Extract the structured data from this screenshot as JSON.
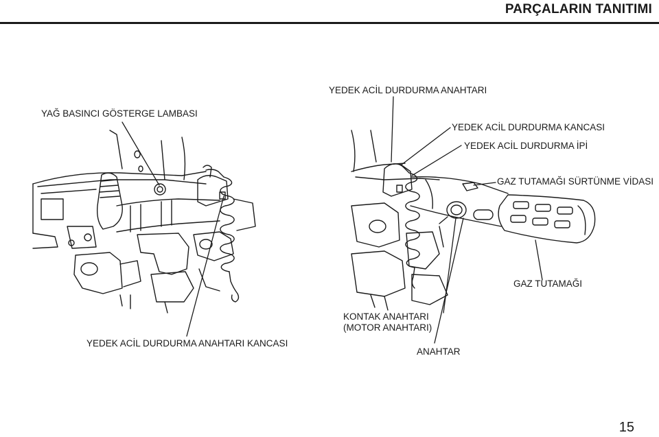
{
  "header": {
    "title": "PARÇALARIN TANITIMI"
  },
  "labels": {
    "emergency_stop_switch": "YEDEK ACİL DURDURMA ANAHTARI",
    "oil_pressure_lamp": "YAĞ BASINCI GÖSTERGE LAMBASI",
    "emergency_stop_clip": "YEDEK ACİL DURDURMA KANCASI",
    "emergency_stop_lanyard": "YEDEK ACİL DURDURMA İPİ",
    "throttle_friction": "GAZ TUTAMAĞI SÜRTÜNME VİDASI",
    "throttle_grip": "GAZ TUTAMAĞI",
    "ignition_switch_line1": "KONTAK ANAHTARI",
    "ignition_switch_line2": "(MOTOR ANAHTARI)",
    "spare_clip": "YEDEK ACİL DURDURMA ANAHTARI KANCASI",
    "key": "ANAHTAR"
  },
  "page_number": "15"
}
